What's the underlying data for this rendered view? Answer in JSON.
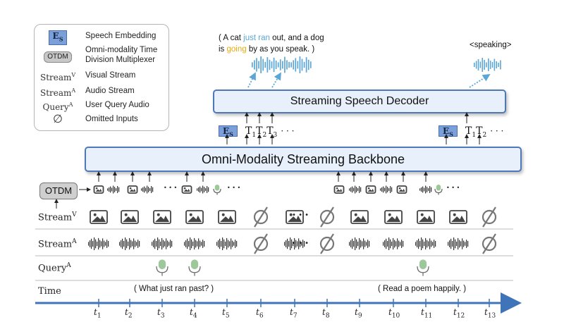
{
  "legend": {
    "items": [
      {
        "symbol": "E",
        "sub": "S",
        "text": "Speech Embedding"
      },
      {
        "symbol": "OTDM",
        "text_lines": [
          "Omni-modality Time",
          "Division Multiplexer"
        ]
      },
      {
        "symbol": "Stream",
        "sup": "V",
        "text": "Visual Stream"
      },
      {
        "symbol": "Stream",
        "sup": "A",
        "text": "Audio Stream"
      },
      {
        "symbol": "Query",
        "sup": "A",
        "text": "User Query Audio"
      },
      {
        "symbol": "∅",
        "text": "Omitted Inputs"
      }
    ]
  },
  "output_text": {
    "line1_pre": "( A cat ",
    "line1_hl": "just ran",
    "line1_post": " out, and a dog",
    "line2_pre": "is ",
    "line2_hl": "going",
    "line2_post": " by as you speak. )",
    "hl1_color": "#5aa6d6",
    "hl2_color": "#e8a90c"
  },
  "speaking_label": "<speaking>",
  "decoder_label": "Streaming Speech Decoder",
  "backbone_label": "Omni-Modality Streaming Backbone",
  "tokens_left": {
    "es": "E",
    "es_sub": "S",
    "t1": "T",
    "t1_sub": "1",
    "t2": "T",
    "t2_sub": "2",
    "t3": "T",
    "t3_sub": "3",
    "dots": "· · ·"
  },
  "tokens_right": {
    "es": "E",
    "es_sub": "S",
    "t1": "T",
    "t1_sub": "1",
    "t2": "T",
    "t2_sub": "2",
    "dots": "· · ·"
  },
  "otdm_label": "OTDM",
  "row_labels": {
    "visual": {
      "base": "Stream",
      "sup": "V"
    },
    "audio": {
      "base": "Stream",
      "sup": "A"
    },
    "query": {
      "base": "Query",
      "sup": "A"
    },
    "time": "Time"
  },
  "queries": {
    "q1": "( What just ran past? )",
    "q2": "( Read a poem happily. )"
  },
  "ellipsis": "• • •",
  "ticks": [
    "t",
    "t",
    "t",
    "t",
    "t",
    "t",
    "t",
    "t",
    "t",
    "t",
    "t",
    "t",
    "t"
  ],
  "tick_subs": [
    "1",
    "2",
    "3",
    "4",
    "5",
    "6",
    "7",
    "8",
    "9",
    "10",
    "11",
    "12",
    "13"
  ],
  "colors": {
    "accent_blue": "#4f78b8",
    "box_fill": "#e8f0fb",
    "wave_blue": "#5aa6d6",
    "mic_green": "#9cc89a",
    "timeline_blue": "#3f74b8"
  }
}
